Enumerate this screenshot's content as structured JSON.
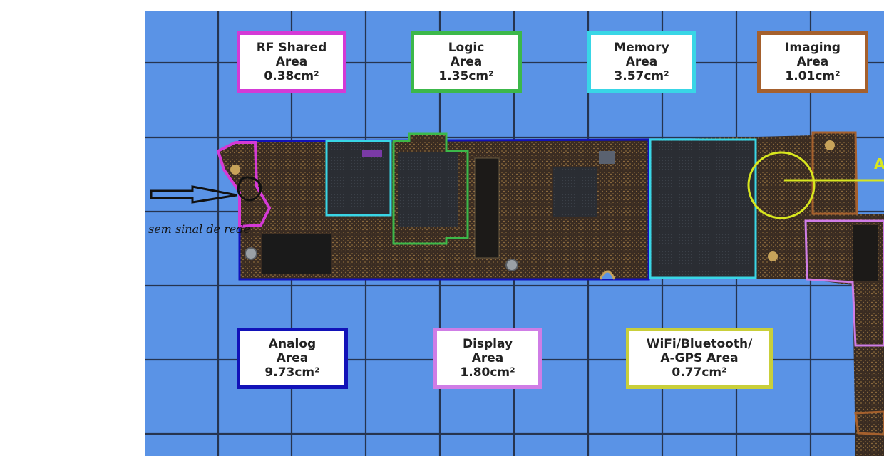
{
  "colors": {
    "grid_background": "#5a93e6",
    "grid_lines": "#26344f",
    "board": "#3a2c22",
    "rf": "#d43ad6",
    "logic": "#3cb84a",
    "memory": "#39d6e6",
    "imaging": "#a5602d",
    "analog": "#1212b8",
    "display": "#cf7de6",
    "wifi": "#c9cf3a",
    "highlight_circle": "#d8e61e",
    "annotation": "#111111"
  },
  "labels": {
    "rf": {
      "line1": "RF Shared",
      "line2": "Area",
      "line3": "0.38cm²"
    },
    "logic": {
      "line1": "Logic",
      "line2": "Area",
      "line3": "1.35cm²"
    },
    "memory": {
      "line1": "Memory",
      "line2": "Area",
      "line3": "3.57cm²"
    },
    "imaging": {
      "line1": "Imaging",
      "line2": "Area",
      "line3": "1.01cm²"
    },
    "analog": {
      "line1": "Analog",
      "line2": "Area",
      "line3": "9.73cm²"
    },
    "display": {
      "line1": "Display",
      "line2": "Area",
      "line3": "1.80cm²"
    },
    "wifi": {
      "line1": "WiFi/Bluetooth/",
      "line2": "A-GPS Area",
      "line3": "0.77cm²"
    }
  },
  "annotation": {
    "text": "sem sinal de rede",
    "arrow_icon": "right-arrow-outline-icon"
  },
  "edge_letter": "A"
}
